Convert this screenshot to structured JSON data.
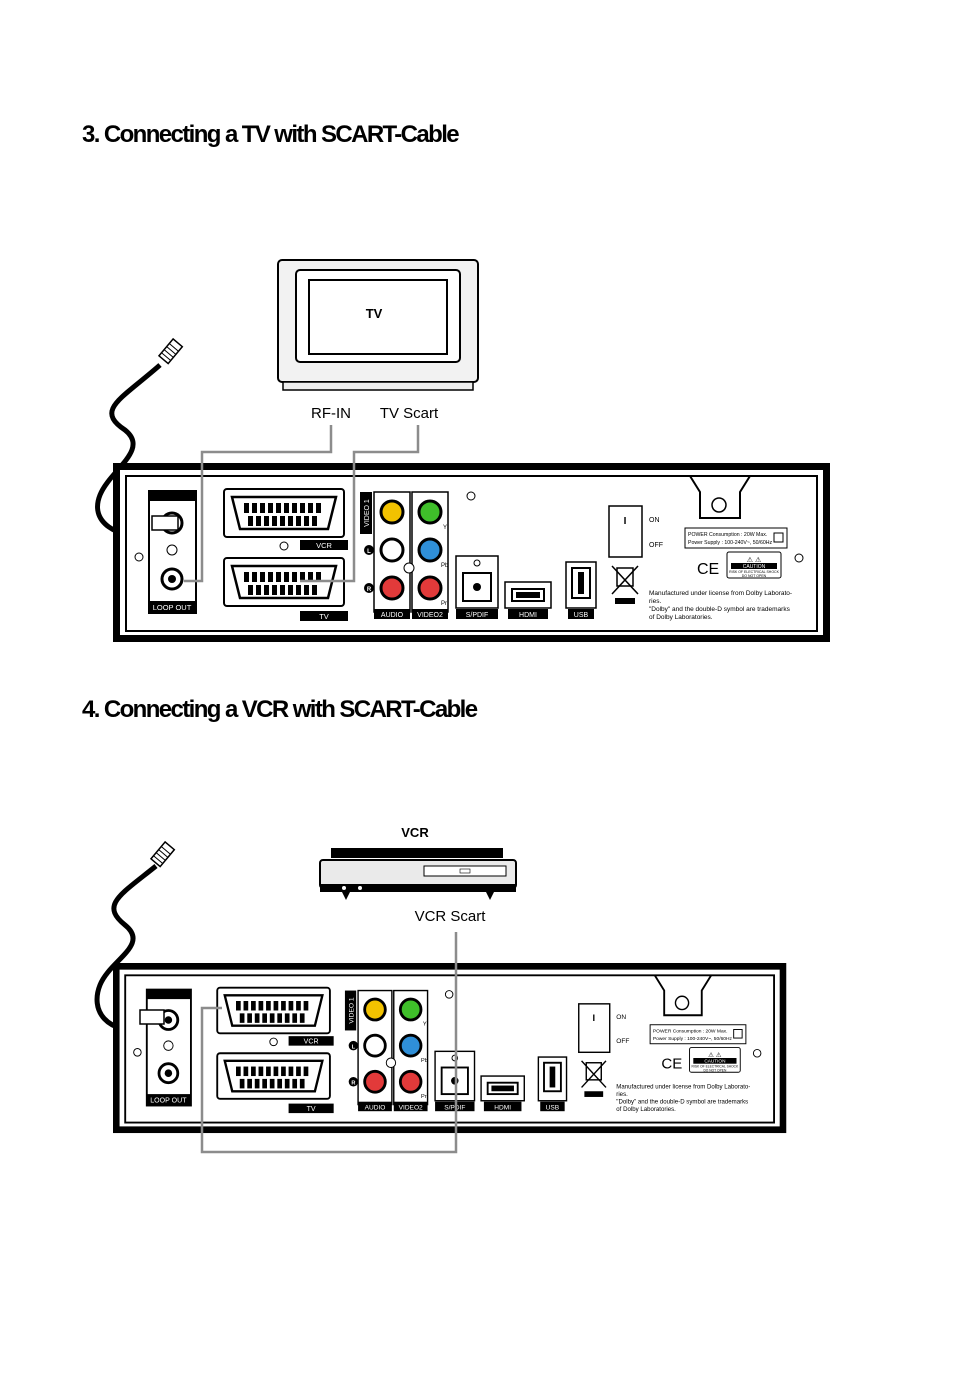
{
  "sections": [
    {
      "heading": "3. Connecting a TV with SCART-Cable",
      "device_label": "TV",
      "cable_labels": [
        "RF-IN",
        "TV Scart"
      ]
    },
    {
      "heading": "4. Connecting a VCR with SCART-Cable",
      "device_label": "VCR",
      "cable_labels": [
        "VCR Scart"
      ]
    }
  ],
  "receiver_panel": {
    "loop_out": "LOOP OUT",
    "scart_vcr": "VCR",
    "scart_tv": "TV",
    "video1": "VIDEO 1",
    "video2": "VIDEO2",
    "audio": "AUDIO",
    "audio_l": "L",
    "audio_r": "R",
    "y": "Y",
    "pb": "Pb",
    "pr": "Pr",
    "spdif": "S/PDIF",
    "hdmi": "HDMI",
    "usb": "USB",
    "switch_i": "I",
    "on": "ON",
    "off": "OFF",
    "power_line1": "POWER Consumption : 20W Max.",
    "power_line2": "Power Supply : 100-240V~, 50/60Hz",
    "ce": "CE",
    "caution": "CAUTION",
    "shock1": "RISK OF ELECTRICAL SHOCK",
    "shock2": "DO NOT OPEN",
    "dolby1": "Manufactured under license from Dolby Laborato-",
    "dolby2": "ries.",
    "dolby3": "\"Dolby\" and the double-D symbol are trademarks",
    "dolby4": "of Dolby Laboratories."
  },
  "colors": {
    "yellow_jack": "#f2c200",
    "green_jack": "#3fbf2a",
    "blue_jack": "#2f8fd8",
    "red_jack": "#e23a3a",
    "cable_grey": "#8c8c8c"
  }
}
